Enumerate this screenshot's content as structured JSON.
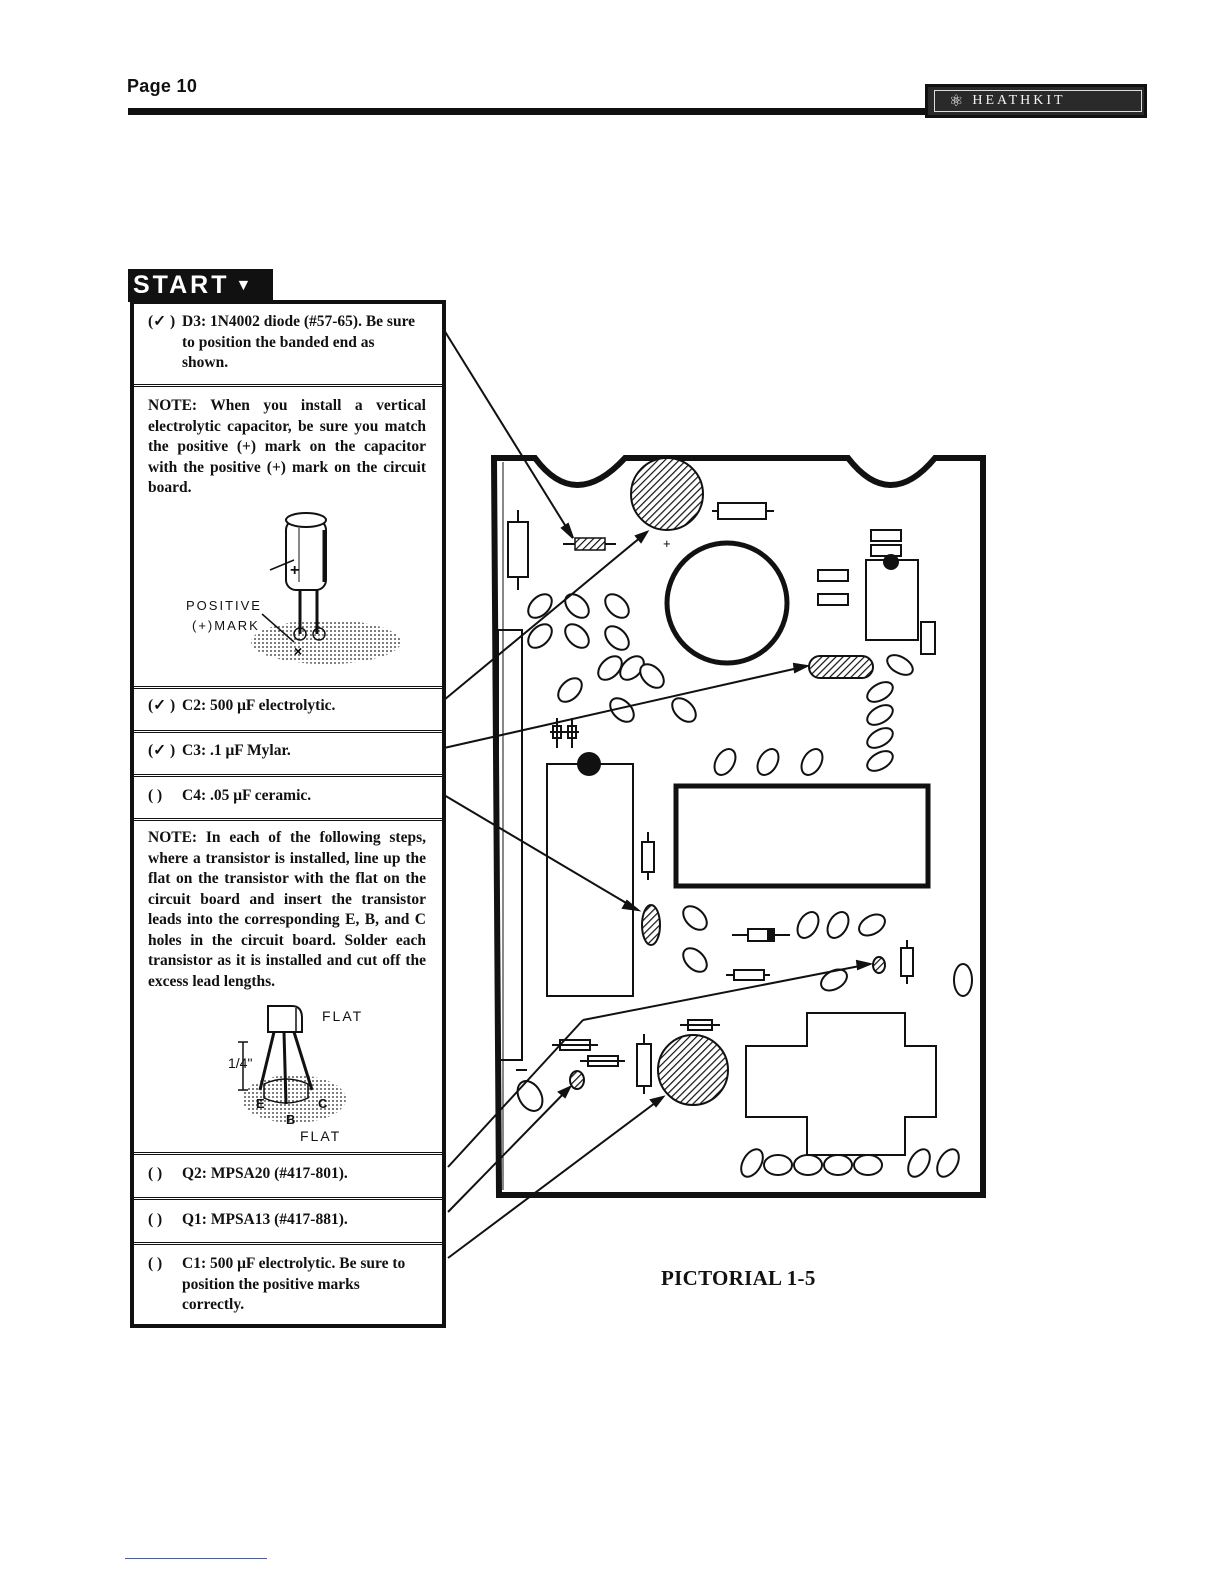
{
  "header": {
    "page_label": "Page 10",
    "brand": "HEATHKIT"
  },
  "start_label": "START",
  "steps": [
    {
      "id": "d3",
      "check": "(✓ )",
      "text": "D3: 1N4002 diode (#57-65). Be sure to position the banded end as shown."
    },
    {
      "id": "note1",
      "text": "NOTE: When you install a vertical electrolytic capacitor, be sure you match the positive (+) mark on the capacitor with the positive (+) mark on the circuit board."
    },
    {
      "id": "c2",
      "check": "(✓ )",
      "text": "C2: 500 μF electrolytic."
    },
    {
      "id": "c3",
      "check": "(✓ )",
      "text": "C3: .1 μF Mylar."
    },
    {
      "id": "c4",
      "check": "(  )",
      "text": "C4: .05 μF ceramic."
    },
    {
      "id": "note2",
      "text": "NOTE: In each of the following steps, where a transistor is installed, line up the flat on the transistor with the flat on the circuit board and insert the transistor leads into the corresponding E, B, and C holes in the circuit board. Solder each transistor as it is installed and cut off the excess lead lengths."
    },
    {
      "id": "q2",
      "check": "(  )",
      "text": "Q2: MPSA20 (#417-801)."
    },
    {
      "id": "q1",
      "check": "(  )",
      "text": "Q1: MPSA13 (#417-881)."
    },
    {
      "id": "c1",
      "check": "(  )",
      "text": "C1: 500 μF electrolytic. Be sure to position the positive marks correctly."
    }
  ],
  "diagram_labels": {
    "positive_line1": "POSITIVE",
    "positive_line2": "(+)MARK",
    "plus": "+",
    "flat_top": "FLAT",
    "flat_bottom": "FLAT",
    "quarter_inch": "1/4\"",
    "lead_e": "E",
    "lead_b": "B",
    "lead_c": "C"
  },
  "caption": "PICTORIAL 1-5"
}
